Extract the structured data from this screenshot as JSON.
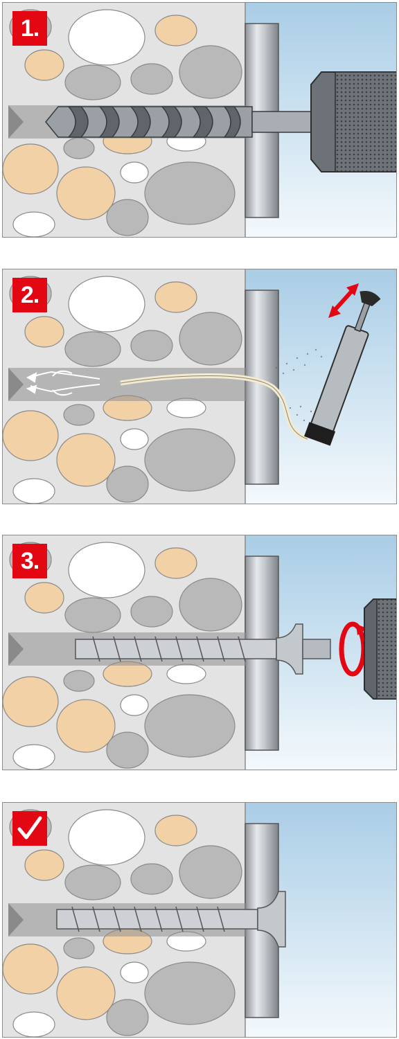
{
  "colors": {
    "accent_red": "#e30613",
    "concrete": "#e3e3e3",
    "stone_grey": "#b9b9b9",
    "stone_sand": "#f2d1a6",
    "sky_top": "#a9cde6",
    "metal": "#c8ccd0"
  },
  "steps": [
    {
      "badge": "1.",
      "icon": "number-badge"
    },
    {
      "badge": "2.",
      "icon": "number-badge"
    },
    {
      "badge": "3.",
      "icon": "number-badge"
    },
    {
      "badge": "",
      "icon": "checkmark-icon"
    }
  ]
}
